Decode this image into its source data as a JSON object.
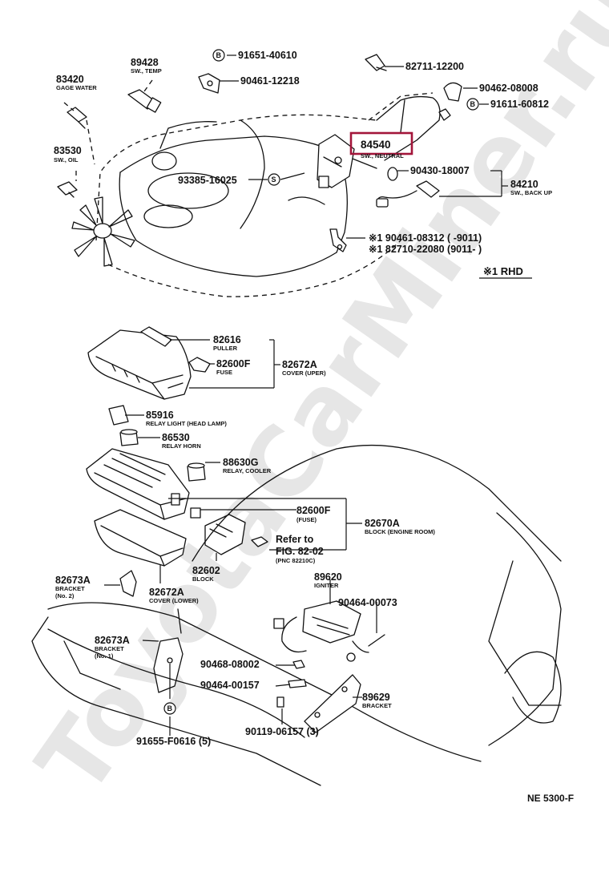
{
  "watermark": "ToyotaCarMiner.ru",
  "figure_code": "NE  5300-F",
  "rhd_note": "※1 RHD",
  "highlight_color": "#a3153a",
  "parts": [
    {
      "id": "p83420",
      "number": "83420",
      "desc": "GAGE WATER"
    },
    {
      "id": "p89428",
      "number": "89428",
      "desc": "SW., TEMP"
    },
    {
      "id": "p83530",
      "number": "83530",
      "desc": "SW., OIL"
    },
    {
      "id": "p91651",
      "number": "91651-40610",
      "desc": ""
    },
    {
      "id": "p90461a",
      "number": "90461-12218",
      "desc": ""
    },
    {
      "id": "p82711",
      "number": "82711-12200",
      "desc": ""
    },
    {
      "id": "p90462",
      "number": "90462-08008",
      "desc": ""
    },
    {
      "id": "p91611",
      "number": "91611-60812",
      "desc": ""
    },
    {
      "id": "p84540",
      "number": "84540",
      "desc": "SW., NEUTRAL"
    },
    {
      "id": "p90430",
      "number": "90430-18007",
      "desc": ""
    },
    {
      "id": "p84210",
      "number": "84210",
      "desc": "SW., BACK UP"
    },
    {
      "id": "p93385",
      "number": "93385-16025",
      "desc": ""
    },
    {
      "id": "p90461b",
      "number": "※1 90461-08312 (      -9011)",
      "desc": ""
    },
    {
      "id": "p82710",
      "number": "※1 82710-22080 (9011-      )",
      "desc": ""
    },
    {
      "id": "p82616",
      "number": "82616",
      "desc": "PULLER"
    },
    {
      "id": "p82600a",
      "number": "82600F",
      "desc": "FUSE"
    },
    {
      "id": "p82672a",
      "number": "82672A",
      "desc": "COVER (UPER)"
    },
    {
      "id": "p85916",
      "number": "85916",
      "desc": "RELAY LIGHT (HEAD LAMP)"
    },
    {
      "id": "p86530",
      "number": "86530",
      "desc": "RELAY HORN"
    },
    {
      "id": "p88630",
      "number": "88630G",
      "desc": "RELAY, COOLER"
    },
    {
      "id": "p82600b",
      "number": "82600F",
      "desc": "(FUSE)"
    },
    {
      "id": "p82670",
      "number": "82670A",
      "desc": "BLOCK (ENGINE ROOM)"
    },
    {
      "id": "p82602",
      "number": "82602",
      "desc": "BLOCK"
    },
    {
      "id": "p82672b",
      "number": "82672A",
      "desc": "COVER (LOWER)"
    },
    {
      "id": "p82673a",
      "number": "82673A",
      "desc": "BRACKET"
    },
    {
      "id": "p82673b",
      "number": "82673A",
      "desc": "BRACKET"
    },
    {
      "id": "p89620",
      "number": "89620",
      "desc": "IGNITER"
    },
    {
      "id": "p90464a",
      "number": "90464-00073",
      "desc": ""
    },
    {
      "id": "p90468",
      "number": "90468-08002",
      "desc": ""
    },
    {
      "id": "p90464b",
      "number": "90464-00157",
      "desc": ""
    },
    {
      "id": "p89629",
      "number": "89629",
      "desc": "BRACKET"
    },
    {
      "id": "p90119",
      "number": "90119-06157 (3)",
      "desc": ""
    },
    {
      "id": "p91655",
      "number": "91655-F0616 (5)",
      "desc": ""
    }
  ],
  "notes": {
    "bracket_no2": "(No. 2)",
    "bracket_no1": "(No. 1)",
    "refer_line1": "Refer to",
    "refer_line2": "FIG. 82-02",
    "refer_line3": "(PNC 82210C)"
  },
  "markers": {
    "circle_b": "B",
    "circle_s": "S"
  }
}
